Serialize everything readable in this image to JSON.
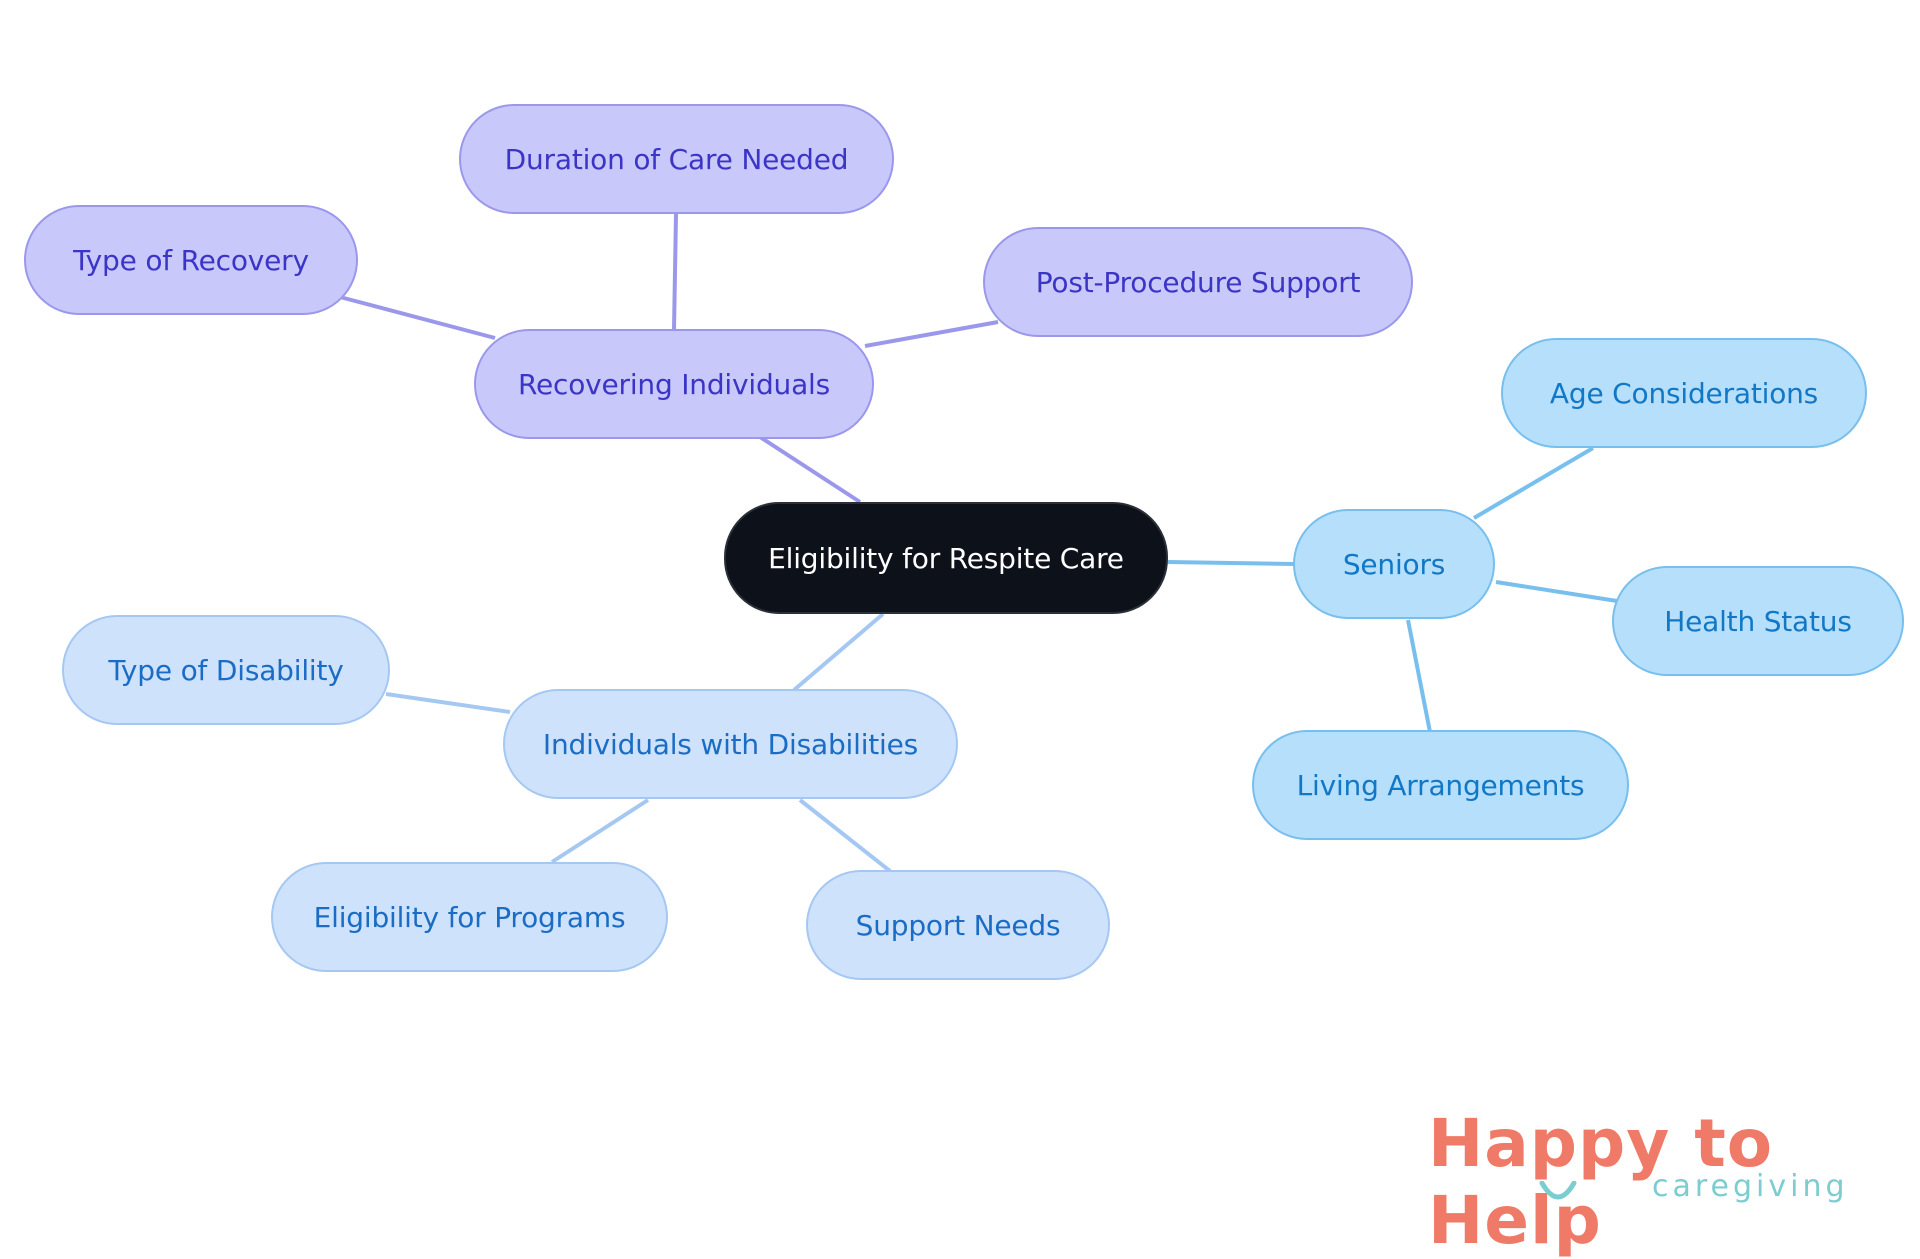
{
  "diagram": {
    "root": {
      "label": "Eligibility for Respite Care"
    },
    "branches": [
      {
        "label": "Recovering Individuals",
        "children": [
          "Type of Recovery",
          "Duration of Care Needed",
          "Post-Procedure Support"
        ]
      },
      {
        "label": "Seniors",
        "children": [
          "Age Considerations",
          "Health Status",
          "Living Arrangements"
        ]
      },
      {
        "label": "Individuals with Disabilities",
        "children": [
          "Type of Disability",
          "Eligibility for Programs",
          "Support Needs"
        ]
      }
    ]
  },
  "colors": {
    "root_fill": "#0c111a",
    "recovering_fill": "#c9c8fb",
    "recovering_edge": "#9b98ec",
    "seniors_fill": "#b6dffb",
    "seniors_edge": "#78bfee",
    "disabilities_fill": "#cfe2fb",
    "disabilities_edge": "#a5c8f2"
  },
  "logo": {
    "brand": "Happy to Help",
    "sub": "caregiving"
  }
}
